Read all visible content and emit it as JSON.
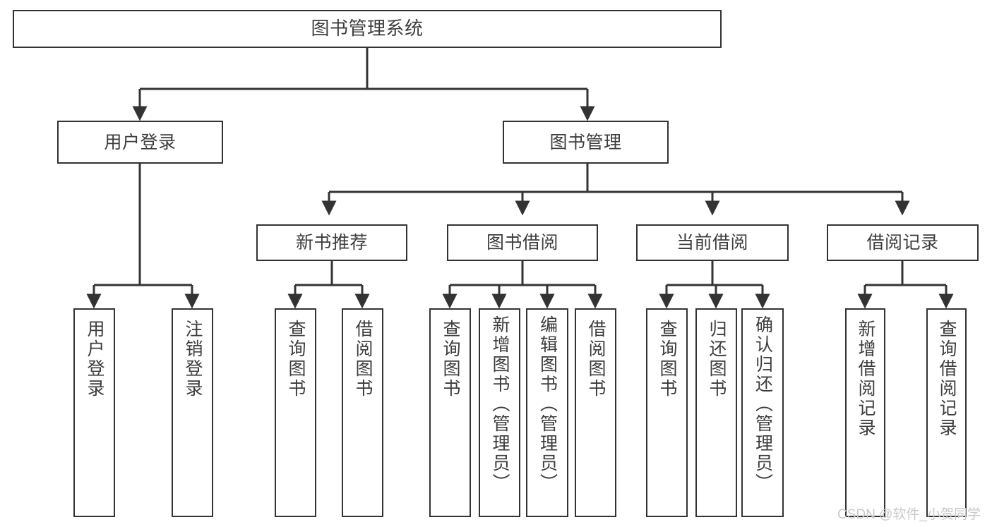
{
  "diagram": {
    "type": "tree",
    "title": "图书管理系统",
    "orientation": "top-down",
    "colors": {
      "background": "#ffffff",
      "node_border": "#333333",
      "node_fill": "#ffffff",
      "text": "#3d3d3d",
      "edge": "#333333",
      "watermark": "#c9c9c9"
    },
    "nodes": {
      "root": {
        "label": "图书管理系统"
      },
      "level2": [
        {
          "label": "用户登录"
        },
        {
          "label": "图书管理"
        }
      ],
      "level3": [
        {
          "label": "新书推荐"
        },
        {
          "label": "图书借阅"
        },
        {
          "label": "当前借阅"
        },
        {
          "label": "借阅记录"
        }
      ],
      "leaves_user_login": [
        {
          "label": "用户登录"
        },
        {
          "label": "注销登录"
        }
      ],
      "leaves_new_book": [
        {
          "label": "查询图书"
        },
        {
          "label": "借阅图书"
        }
      ],
      "leaves_borrow": [
        {
          "label": "查询图书"
        },
        {
          "label": "新增图书（管理员）"
        },
        {
          "label": "编辑图书（管理员）"
        },
        {
          "label": "借阅图书"
        }
      ],
      "leaves_current": [
        {
          "label": "查询图书"
        },
        {
          "label": "归还图书"
        },
        {
          "label": "确认归还（管理员）"
        }
      ],
      "leaves_record": [
        {
          "label": "新增借阅记录"
        },
        {
          "label": "查询借阅记录"
        }
      ]
    }
  },
  "watermark": {
    "text": "CSDN @软件_小贺同学"
  }
}
